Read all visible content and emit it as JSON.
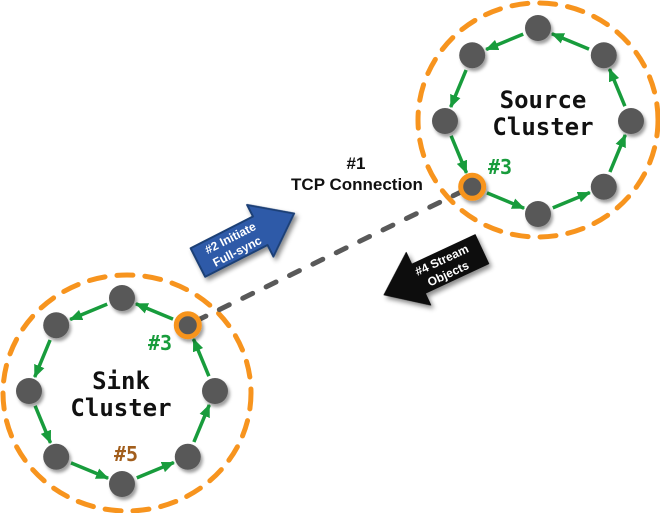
{
  "colors": {
    "green": "#189C3C",
    "orange": "#F7941E",
    "blue": "#2E5AA8",
    "blue_border": "#1E4076",
    "black": "#0B0B0B",
    "node_gray": "#595959",
    "dash_gray": "#595959",
    "brown": "#A25E1C",
    "text": "#111111"
  },
  "source_cluster": {
    "title_line1": "Source",
    "title_line2": "Cluster",
    "gateway_label": "#3"
  },
  "sink_cluster": {
    "title_line1": "Sink",
    "title_line2": "Cluster",
    "gateway_label": "#3",
    "apply_label": "#5"
  },
  "connection": {
    "step": "#1",
    "label": "TCP Connection"
  },
  "initiate_arrow": {
    "line1": "#2 Initiate",
    "line2": "Full-sync"
  },
  "stream_arrow": {
    "line1": "#4 Stream",
    "line2": "Objects"
  }
}
